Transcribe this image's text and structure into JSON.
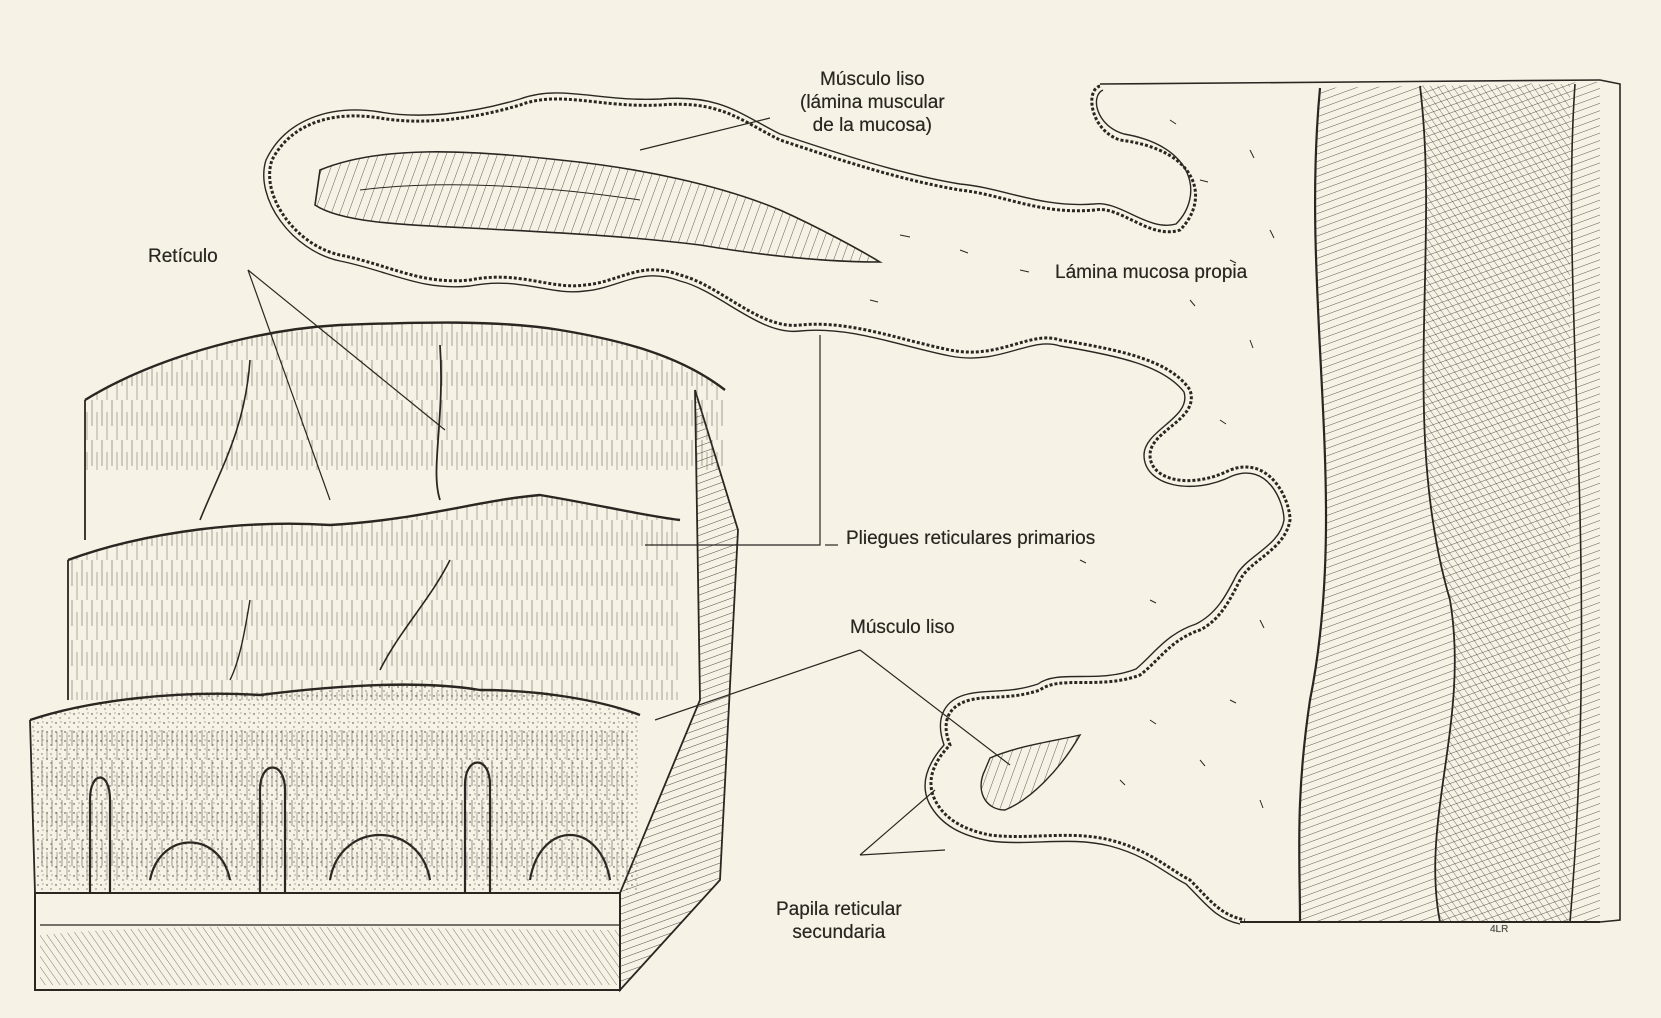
{
  "labels": {
    "smooth_muscle_top": {
      "line1": "Músculo liso",
      "line2": "(lámina muscular",
      "line3": "de la mucosa)"
    },
    "reticulum": "Retículo",
    "lamina_propria": "Lámina mucosa propia",
    "primary_folds": "Pliegues reticulares primarios",
    "smooth_muscle_mid": "Músculo liso",
    "secondary_papilla": {
      "line1": "Papila reticular",
      "line2": "secundaria"
    },
    "artist_initials": "4LR"
  },
  "colors": {
    "paper": "#f6f3e6",
    "ink": "#2a2622"
  }
}
